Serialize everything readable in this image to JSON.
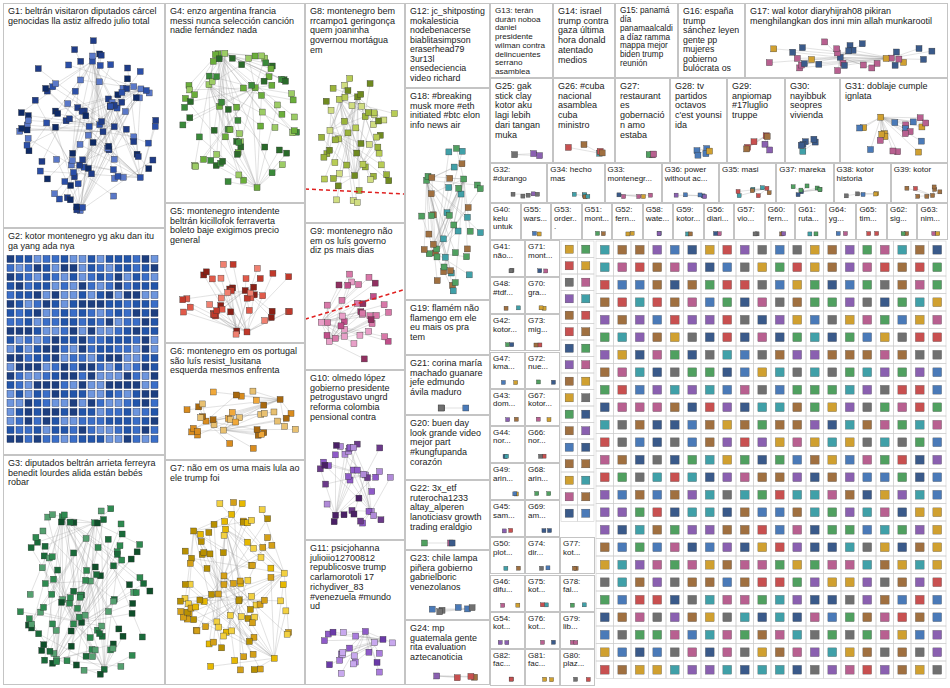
{
  "diagram": {
    "nodes": [
      {
        "text": [
          "G1: beltrán visitaron diputados cárcel genocidas lla astiz alfredo julio total"
        ]
      },
      {
        "text": [
          "G2: kotor montenegro yg aku dan itu ga yang ada nya"
        ]
      },
      {
        "text": [
          "G3: diputados beltrán arrieta ferreyra benedit lourdes alida están bebés robar"
        ]
      },
      {
        "text": [
          "G4: enzo argentina francia messi nunca selección canción nadie fernández nada"
        ]
      },
      {
        "text": [
          "G5: montenegro intendente beltrán kicillofok ferraverta boleto baje exigimos precio general"
        ]
      },
      {
        "text": [
          "G6: montenegro em os portugal são luís resist_lusitana esquerda mesmos enfrenta"
        ]
      },
      {
        "text": [
          "G7: não em os uma mais lula ao ele trump foi"
        ]
      },
      {
        "text": [
          "G8: montenegro bem rrcampo1 geringonça quem joaninha governou mortágua em"
        ]
      },
      {
        "text": [
          "G9: montenegro não em os luís governo diz ps mais dias"
        ]
      },
      {
        "text": [
          "G10: olmedo lópez gobierno presidente petrogustavo ungrd reforma colombia pensional contra"
        ]
      },
      {
        "text": [
          "G11: psicjohanna julioiio12700812 republicosve trump carlamorotoli 17 richydiver_83 #venezuela #mundo ud"
        ]
      },
      {
        "text": [
          "G12: jc_shitposting mokalesticia nodebenacerse biablitasimpson eraserhead79 3ur13l ensedeciencia video richard"
        ]
      },
      {
        "text": [
          "G18: #breaking musk more #eth initiated #btc elon info news air"
        ]
      },
      {
        "text": [
          "G19: flamém não flamengo em ele eu mais os pra tem"
        ]
      },
      {
        "text": [
          "G21: corina maría machado guanare jefe edmundo ávila maduro"
        ]
      },
      {
        "text": [
          "G20: buen day look grande video mejor part #kungfupanda corazón"
        ]
      },
      {
        "text": [
          "G22: 3x_etf ruterocha1233 altay_alperen lanoticiasv growth trading eraldgio"
        ]
      },
      {
        "text": [
          "G23: chile lampa piñera gobierno gabrielboric venezolanos"
        ]
      },
      {
        "text": [
          "G24: mp guatemala gente rita evaluation aztecanoticia"
        ]
      },
      {
        "text": [
          "G13: terán durán noboa daniel presidente wilman contra delincuentes serrano asamblea"
        ]
      },
      {
        "text": [
          "G14: israel trump contra gaza última hora donald atentado medios"
        ]
      },
      {
        "text": [
          "G15: panamá día panamaalcaldia díaz ramma mappa mejor biden trump reunión"
        ]
      },
      {
        "text": [
          "G16: españa trump sánchez leyen gente pp mujeres gobierno bulócrata os"
        ]
      },
      {
        "text": [
          "G17: wal kotor diaryhijrah08 pikiran menghilangkan dos inni min allah munkarootil"
        ]
      },
      {
        "text": [
          "G25: gak stick clay kotor aku lagi lebih dari tangan muka"
        ]
      },
      {
        "text": [
          "G26: #cuba nacional asamblea cuba ministro"
        ]
      },
      {
        "text": [
          "G27: restaurantes gobernación amo estaba"
        ]
      },
      {
        "text": [
          "G28: tv partidos octavos c'est younsi ida"
        ]
      },
      {
        "text": [
          "G29: anpiomap #17luglio truppe"
        ]
      },
      {
        "text": [
          "G30: nayibbuk seopres vivienda"
        ]
      },
      {
        "text": [
          "G31: doblaje cumple ignlata"
        ]
      },
      {
        "text": [
          "G32: #durango"
        ]
      },
      {
        "text": [
          "G34: hecho mas"
        ]
      },
      {
        "text": [
          "G33: montenegr..."
        ]
      },
      {
        "text": [
          "G36: power without ac..."
        ]
      },
      {
        "text": [
          "G35: masi"
        ]
      },
      {
        "text": [
          "G37: mareka"
        ]
      },
      {
        "text": [
          "G38: kotor historia"
        ]
      },
      {
        "text": [
          "G39: kotor"
        ]
      },
      {
        "text": [
          "G40: kelu untuk"
        ]
      },
      {
        "text": [
          "G55: wars..."
        ]
      },
      {
        "text": [
          "G53: order..."
        ]
      },
      {
        "text": [
          "G51: mont..."
        ]
      },
      {
        "text": [
          "G52: fern..."
        ]
      },
      {
        "text": [
          "G58: wate..."
        ]
      },
      {
        "text": [
          "G59: kotor..."
        ]
      },
      {
        "text": [
          "G56: diari..."
        ]
      },
      {
        "text": [
          "G57: vio..."
        ]
      },
      {
        "text": [
          "G60: fern..."
        ]
      },
      {
        "text": [
          "G61: ruta..."
        ]
      },
      {
        "text": [
          "G64: yg..."
        ]
      },
      {
        "text": [
          "G65: tim..."
        ]
      },
      {
        "text": [
          "G62: sig..."
        ]
      },
      {
        "text": [
          "G63: nim..."
        ]
      },
      {
        "text": [
          "G41: não..."
        ]
      },
      {
        "text": [
          "G48: #tdf..."
        ]
      },
      {
        "text": [
          "G42: kotor..."
        ]
      },
      {
        "text": [
          "G47: kma..."
        ]
      },
      {
        "text": [
          "G43: dom..."
        ]
      },
      {
        "text": [
          "G44: nor..."
        ]
      },
      {
        "text": [
          "G49: arin..."
        ]
      },
      {
        "text": [
          "G45: sam..."
        ]
      },
      {
        "text": [
          "G50: plot..."
        ]
      },
      {
        "text": [
          "G46: difu..."
        ]
      },
      {
        "text": [
          "G54: kot..."
        ]
      },
      {
        "text": [
          "G82: fac..."
        ]
      },
      {
        "text": [
          "G71: mont..."
        ]
      },
      {
        "text": [
          "G70: gra..."
        ]
      },
      {
        "text": [
          "G73: mig..."
        ]
      },
      {
        "text": [
          "G72: nue..."
        ]
      },
      {
        "text": [
          "G67: kotor..."
        ]
      },
      {
        "text": [
          "G66: nor..."
        ]
      },
      {
        "text": [
          "G68: arin..."
        ]
      },
      {
        "text": [
          "G69: am..."
        ]
      },
      {
        "text": [
          "G74: dir..."
        ]
      },
      {
        "text": [
          "G75: kot..."
        ]
      },
      {
        "text": [
          "G76: kot..."
        ]
      },
      {
        "text": [
          "G81: fac..."
        ]
      },
      {
        "text": [
          "G77: kot..."
        ]
      },
      {
        "text": [
          "G78: fal..."
        ]
      },
      {
        "text": [
          "G79: lib..."
        ]
      },
      {
        "text": [
          "G80: plaz..."
        ]
      }
    ],
    "edges": [
      {
        "from": 4,
        "to": 12,
        "arrow": "none"
      },
      {
        "from": 3,
        "to": 12,
        "arrow": "none"
      }
    ]
  }
}
